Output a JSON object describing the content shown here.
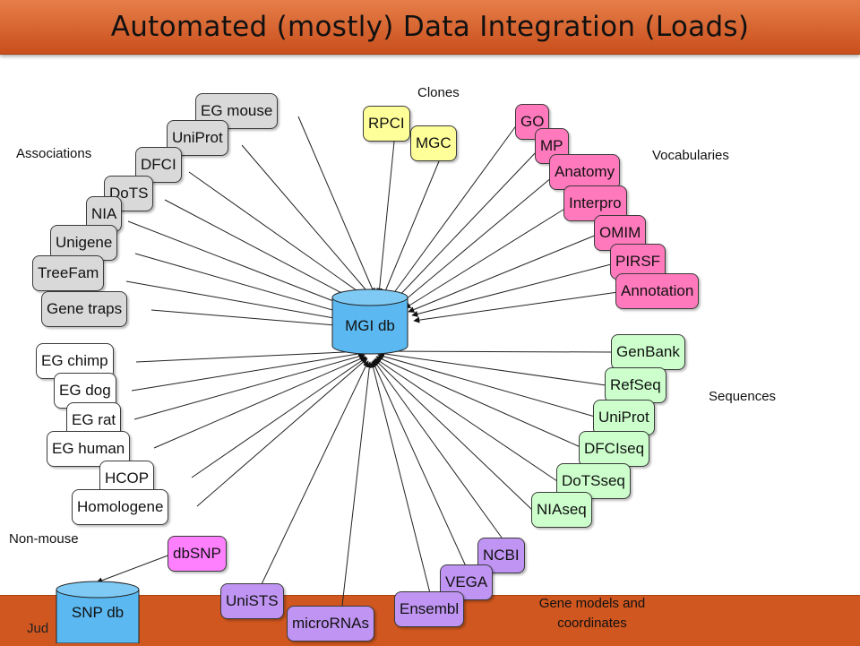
{
  "title": "Automated  (mostly) Data Integration (Loads)",
  "footer_label": "Jud",
  "hub": {
    "label": "MGI db",
    "color": "#5bb8f0"
  },
  "snp_db": {
    "label": "SNP db",
    "color": "#5bb8f0"
  },
  "groups": {
    "associations": "Associations",
    "clones": "Clones",
    "vocabularies": "Vocabularies",
    "sequences": "Sequences",
    "non_mouse": "Non-mouse",
    "gene_models": "Gene models and coordinates"
  },
  "associations": [
    "EG mouse",
    "UniProt",
    "DFCI",
    "DoTS",
    "NIA",
    "Unigene",
    "TreeFam",
    "Gene traps"
  ],
  "clones": [
    "RPCI",
    "MGC"
  ],
  "vocabularies": [
    "GO",
    "MP",
    "Anatomy",
    "Interpro",
    "OMIM",
    "PIRSF",
    "Annotation"
  ],
  "non_mouse": [
    "EG chimp",
    "EG dog",
    "EG rat",
    "EG human",
    "HCOP",
    "Homologene"
  ],
  "sequences": [
    "GenBank",
    "RefSeq",
    "UniProt",
    "DFCIseq",
    "DoTSseq",
    "NIAseq"
  ],
  "gene_models": [
    "NCBI",
    "VEGA",
    "Ensembl",
    "microRNAs",
    "UniSTS"
  ],
  "snp_source": "dbSNP",
  "colors": {
    "associations": "#d9d9d9",
    "clones": "#ffff99",
    "vocabularies": "#ff79bc",
    "sequences": "#ccffcc",
    "gene_models": "#bf94f2",
    "snp_source": "#ff80ff",
    "title_bar": "#d9622b"
  }
}
